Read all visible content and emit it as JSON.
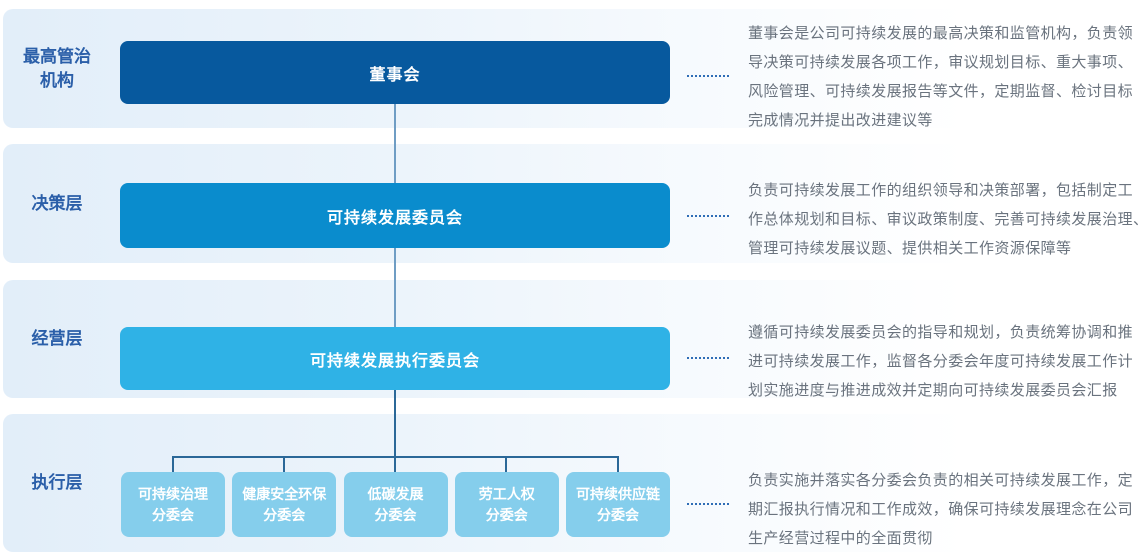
{
  "diagram": {
    "rows": [
      {
        "label": "最高管治\n机构",
        "box": "董事会",
        "desc": "董事会是公司可持续发展的最高决策和监管机构，负责领\n导决策可持续发展各项工作，审议规划目标、重大事项、\n风险管理、可持续发展报告等文件，定期监督、检讨目标\n完成情况并提出改进建议等"
      },
      {
        "label": "决策层",
        "box": "可持续发展委员会",
        "desc": "负责可持续发展工作的组织领导和决策部署，包括制定工\n作总体规划和目标、审议政策制度、完善可持续发展治理、\n管理可持续发展议题、提供相关工作资源保障等"
      },
      {
        "label": "经营层",
        "box": "可持续发展执行委员会",
        "desc": "遵循可持续发展委员会的指导和规划，负责统筹协调和推\n进可持续发展工作，监督各分委会年度可持续发展工作计\n划实施进度与推进成效并定期向可持续发展委员会汇报"
      },
      {
        "label": "执行层",
        "desc": "负责实施并落实各分委会负责的相关可持续发展工作，定\n期汇报执行情况和工作成效，确保可持续发展理念在公司\n生产经营过程中的全面贯彻"
      }
    ],
    "subcommittees": [
      "可持续治理\n分委会",
      "健康安全环保\n分委会",
      "低碳发展\n分委会",
      "劳工人权\n分委会",
      "可持续供应链\n分委会"
    ]
  },
  "colors": {
    "board_box": "#07599e",
    "committee_box": "#0a8ccd",
    "exec_box": "#2fb2e6",
    "subcommittee_box": "#85ceec",
    "band_tint": "#e2eef9",
    "level_label": "#2b5fa9",
    "description_text": "#6a737e",
    "connector_dark": "#2b6898",
    "connector_light": "#6f9dc4",
    "dotted_leader": "#2f6db6"
  }
}
